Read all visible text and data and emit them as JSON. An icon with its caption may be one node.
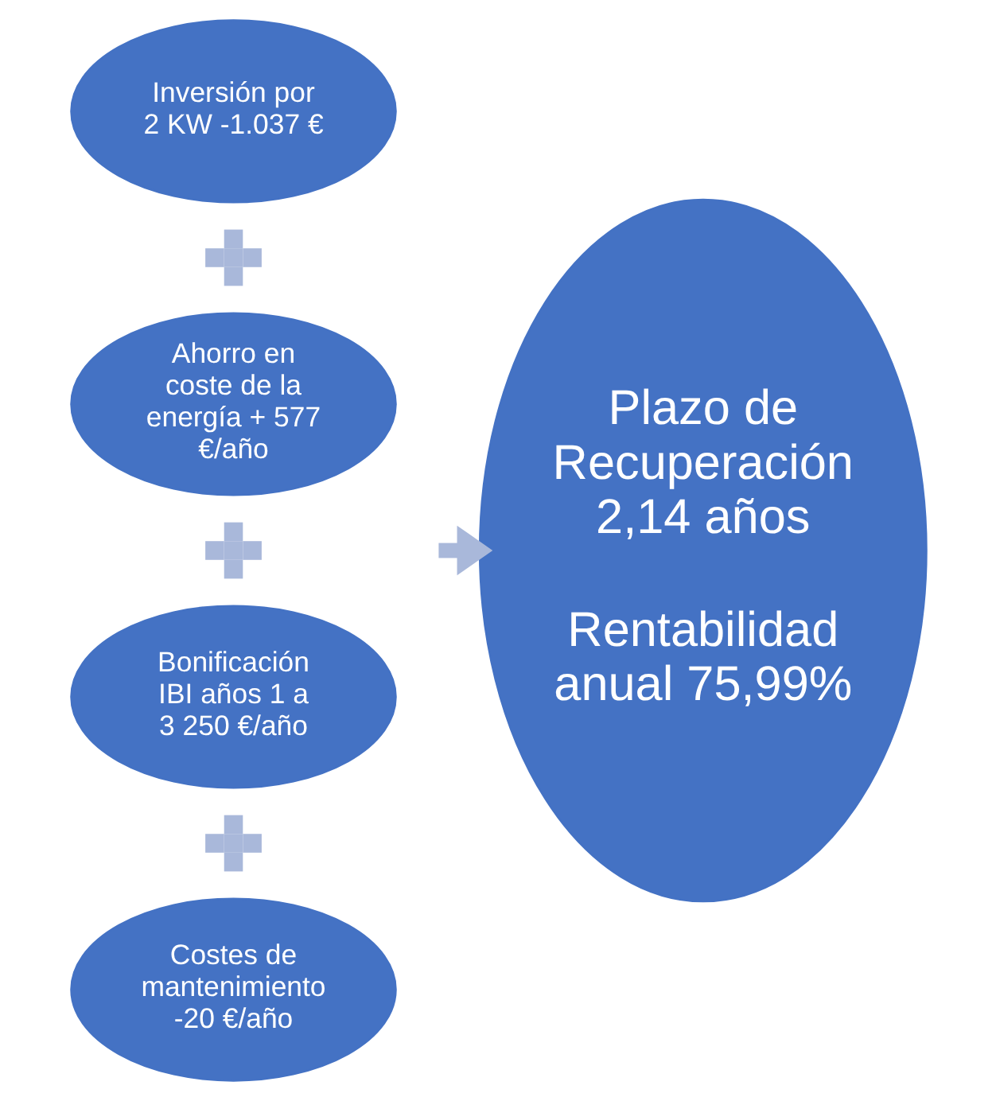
{
  "diagram": {
    "nodes": [
      {
        "text": [
          "Inversión por 2 KW -1.037 €"
        ]
      },
      {
        "text": [],
        "shape": "plus"
      },
      {
        "text": [
          "Ahorro en coste de la energía + 577 €/año"
        ]
      },
      {
        "text": [],
        "shape": "plus"
      },
      {
        "text": [
          "Bonificación IBI años 1 a 3 250 €/año"
        ]
      },
      {
        "text": [],
        "shape": "plus"
      },
      {
        "text": [
          "Costes de mantenimiento -20 €/año"
        ]
      },
      {
        "text": [
          "Plazo de Recuperación 2,14 años",
          "Rentabilidad anual 75,99%"
        ]
      }
    ],
    "edges": [
      {
        "from": null,
        "to": 7,
        "arrow": "to"
      }
    ]
  }
}
